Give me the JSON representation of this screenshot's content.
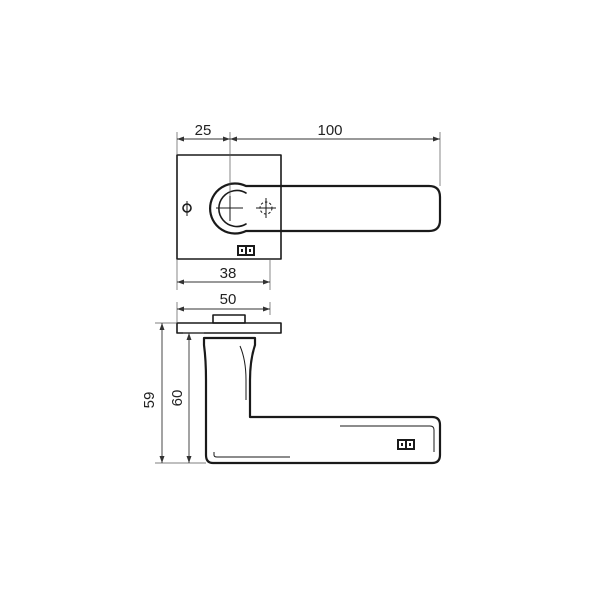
{
  "dimensions": {
    "top_left": "25",
    "top_total": "100",
    "rose_inner": "38",
    "side_width": "50",
    "height_outer": "59",
    "height_inner": "60"
  },
  "colors": {
    "line": "#1a1a1a",
    "background": "#ffffff"
  },
  "icons": [
    "logo-mark-icon"
  ]
}
